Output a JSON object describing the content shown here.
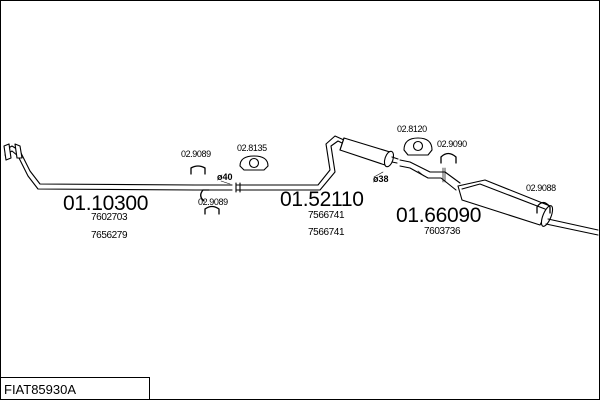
{
  "kit_code": "FIAT85930A",
  "sections": [
    {
      "part_number": "01.10300",
      "refs": [
        "7602703",
        "7656279"
      ]
    },
    {
      "part_number": "01.52110",
      "refs": [
        "7566741",
        "7566741"
      ]
    },
    {
      "part_number": "01.66090",
      "refs": [
        "7603736"
      ]
    }
  ],
  "fittings": {
    "clamp_a": "02.9089",
    "clamp_b": "02.9089",
    "mount_1": "02.8135",
    "mount_2": "02.8120",
    "clamp_c": "02.9090",
    "clamp_d": "02.9088"
  },
  "diameters": {
    "d1": "ø40",
    "d2": "ø38"
  }
}
